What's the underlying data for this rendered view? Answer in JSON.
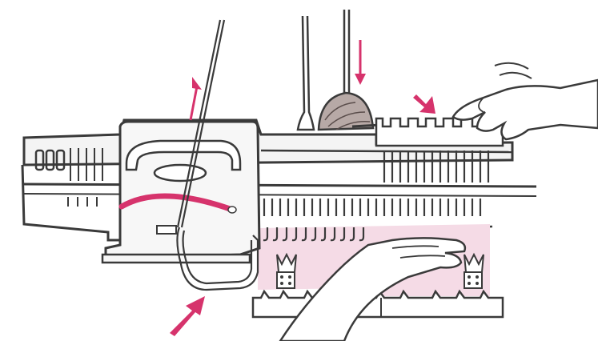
{
  "colors": {
    "outline": "#3a3a3a",
    "machine_fill": "#f4f4f4",
    "panel_fill": "#f7f7f7",
    "accent_red": "#d6336c",
    "fabric_pink": "#f5dbe6",
    "yarn_ball": "#b7a9a6",
    "needle_fill": "#ffffff"
  },
  "arrows": [
    {
      "name": "up-arrow-icon",
      "direction": "up"
    },
    {
      "name": "down-arrow-icon",
      "direction": "down"
    },
    {
      "name": "comb-arrow-icon",
      "direction": "down-right"
    },
    {
      "name": "push-arrow-icon",
      "direction": "up-right"
    }
  ]
}
